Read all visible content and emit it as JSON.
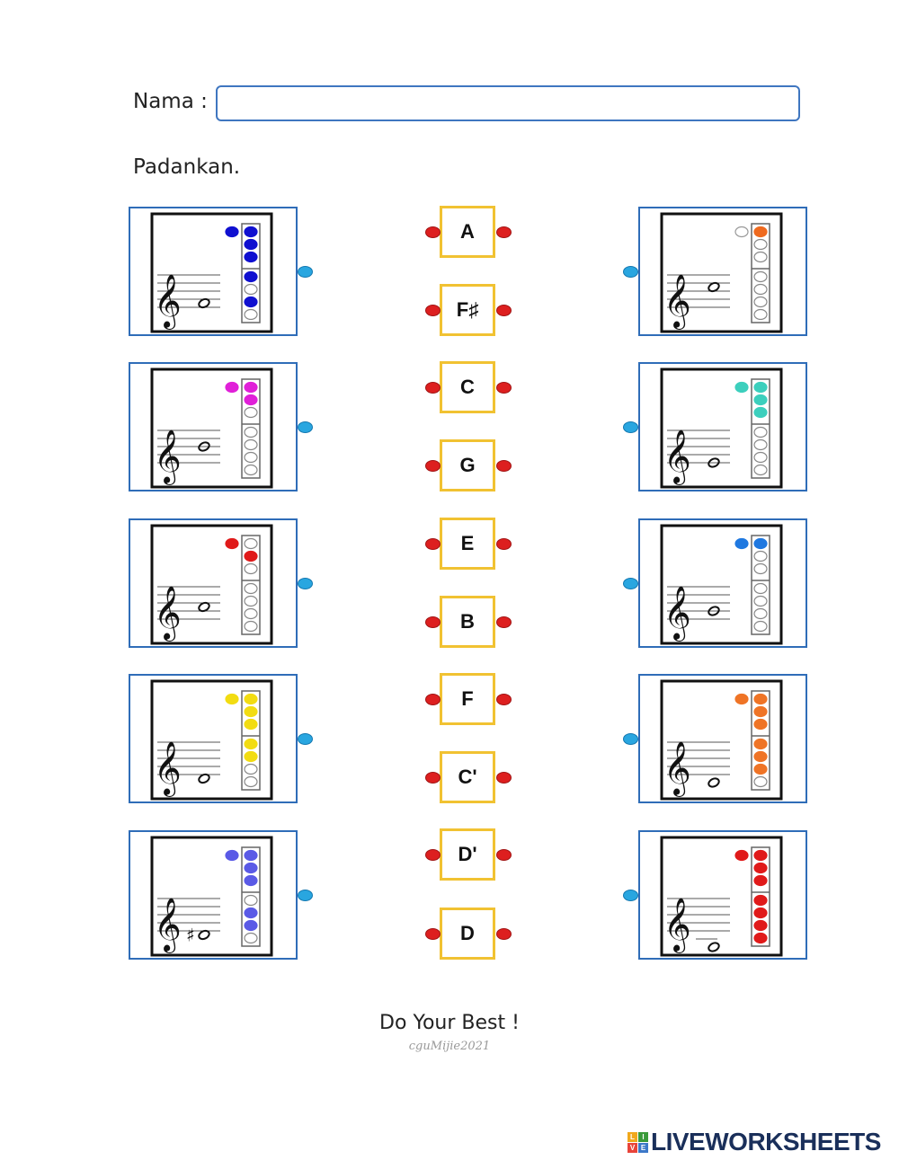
{
  "form": {
    "name_label": "Nama :",
    "name_value": "",
    "instruction": "Padankan."
  },
  "left_cards": [
    {
      "colors": [
        "#1010d0"
      ],
      "thumb": true,
      "holes": [
        1,
        1,
        1,
        1,
        0,
        1,
        0
      ],
      "note": "A",
      "sharp": false
    },
    {
      "colors": [
        "#e020d8"
      ],
      "thumb": true,
      "holes": [
        1,
        1,
        0,
        0,
        0,
        0,
        0
      ],
      "note": "D'",
      "sharp": false
    },
    {
      "colors": [
        "#e01a1a"
      ],
      "thumb": true,
      "holes": [
        0,
        1,
        0,
        0,
        0,
        0,
        0
      ],
      "note": "C'",
      "sharp": false
    },
    {
      "colors": [
        "#f2dc12"
      ],
      "thumb": true,
      "holes": [
        1,
        1,
        1,
        1,
        1,
        0,
        0
      ],
      "note": "F",
      "sharp": false
    },
    {
      "colors": [
        "#5a5ae6"
      ],
      "thumb": true,
      "holes": [
        1,
        1,
        1,
        0,
        1,
        1,
        0
      ],
      "note": "F♯",
      "sharp": true
    }
  ],
  "right_cards": [
    {
      "colors": [
        "#ef6a1f"
      ],
      "thumb": false,
      "holes": [
        1,
        0,
        0,
        0,
        0,
        0,
        0
      ],
      "note": "E'",
      "sharp": false
    },
    {
      "colors": [
        "#3ccfbd"
      ],
      "thumb": true,
      "holes": [
        1,
        1,
        1,
        0,
        0,
        0,
        0
      ],
      "note": "G",
      "sharp": false
    },
    {
      "colors": [
        "#1f78e0"
      ],
      "thumb": true,
      "holes": [
        1,
        0,
        0,
        0,
        0,
        0,
        0
      ],
      "note": "B",
      "sharp": false
    },
    {
      "colors": [
        "#ef7426"
      ],
      "thumb": true,
      "holes": [
        1,
        1,
        1,
        1,
        1,
        1,
        0
      ],
      "note": "E",
      "sharp": false
    },
    {
      "colors": [
        "#e01a1a"
      ],
      "thumb": true,
      "holes": [
        1,
        1,
        1,
        1,
        1,
        1,
        1
      ],
      "note": "C",
      "sharp": false
    }
  ],
  "keys": [
    "A",
    "F♯",
    "C",
    "G",
    "E",
    "B",
    "F",
    "C'",
    "D'",
    "D"
  ],
  "footer": {
    "text": "Do Your Best !",
    "signature": "cguMijie2021"
  },
  "brand": {
    "text": "LIVEWORKSHEETS",
    "logo_letters": [
      "L",
      "I",
      "V",
      "E"
    ],
    "logo_colors": [
      "#f0a81c",
      "#3a9a3a",
      "#e8443a",
      "#3c78c8"
    ]
  }
}
